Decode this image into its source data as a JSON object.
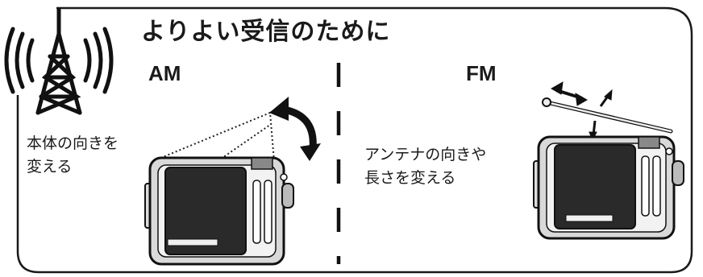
{
  "title": "よりよい受信のために",
  "am": {
    "heading": "AM",
    "caption_line1": "本体の向きを",
    "caption_line2": "変える"
  },
  "fm": {
    "heading": "FM",
    "caption_line1": "アンテナの向きや",
    "caption_line2": "長さを変える"
  }
}
